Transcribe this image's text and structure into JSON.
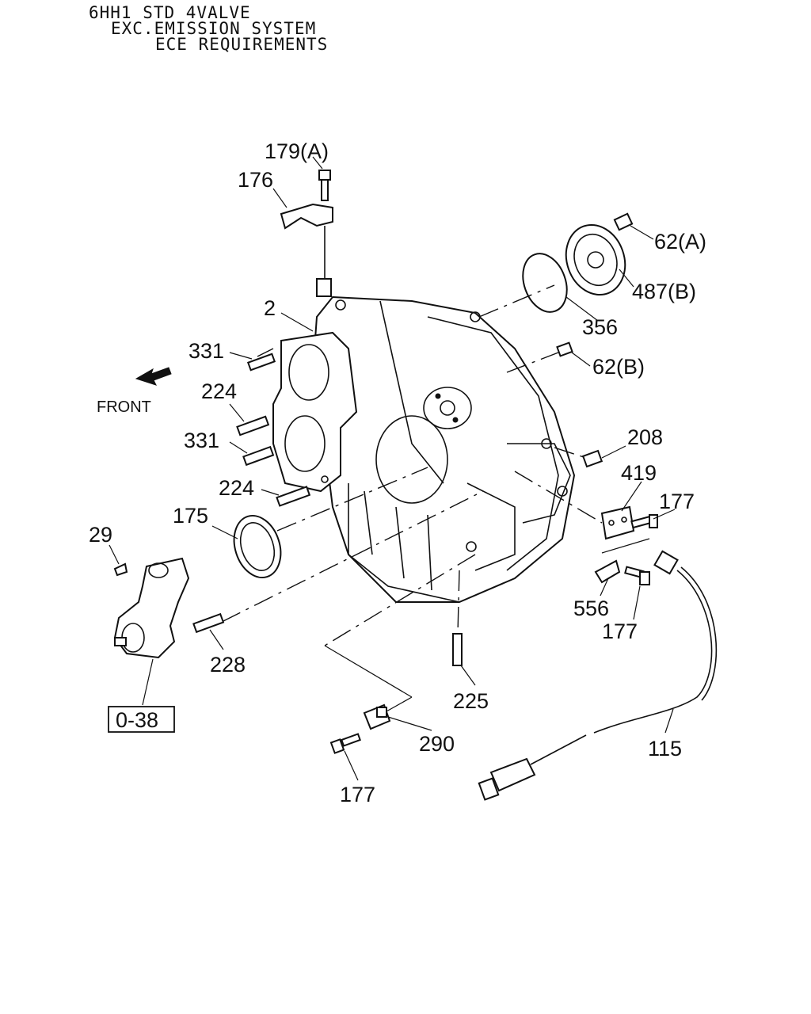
{
  "header": {
    "line1": "6HH1 STD 4VALVE",
    "line2": "EXC.EMISSION SYSTEM",
    "line3": "ECE REQUIREMENTS"
  },
  "front_label": "FRONT",
  "reference_box": "0-38",
  "callouts": {
    "c179a": "179(A)",
    "c176": "176",
    "c62a": "62(A)",
    "c487b": "487(B)",
    "c356": "356",
    "c2": "2",
    "c331a": "331",
    "c62b": "62(B)",
    "c224a": "224",
    "c331b": "331",
    "c208": "208",
    "c419": "419",
    "c177a": "177",
    "c224b": "224",
    "c175": "175",
    "c29": "29",
    "c556": "556",
    "c177b": "177",
    "c228": "228",
    "c225": "225",
    "c290": "290",
    "c115": "115",
    "c177c": "177"
  }
}
